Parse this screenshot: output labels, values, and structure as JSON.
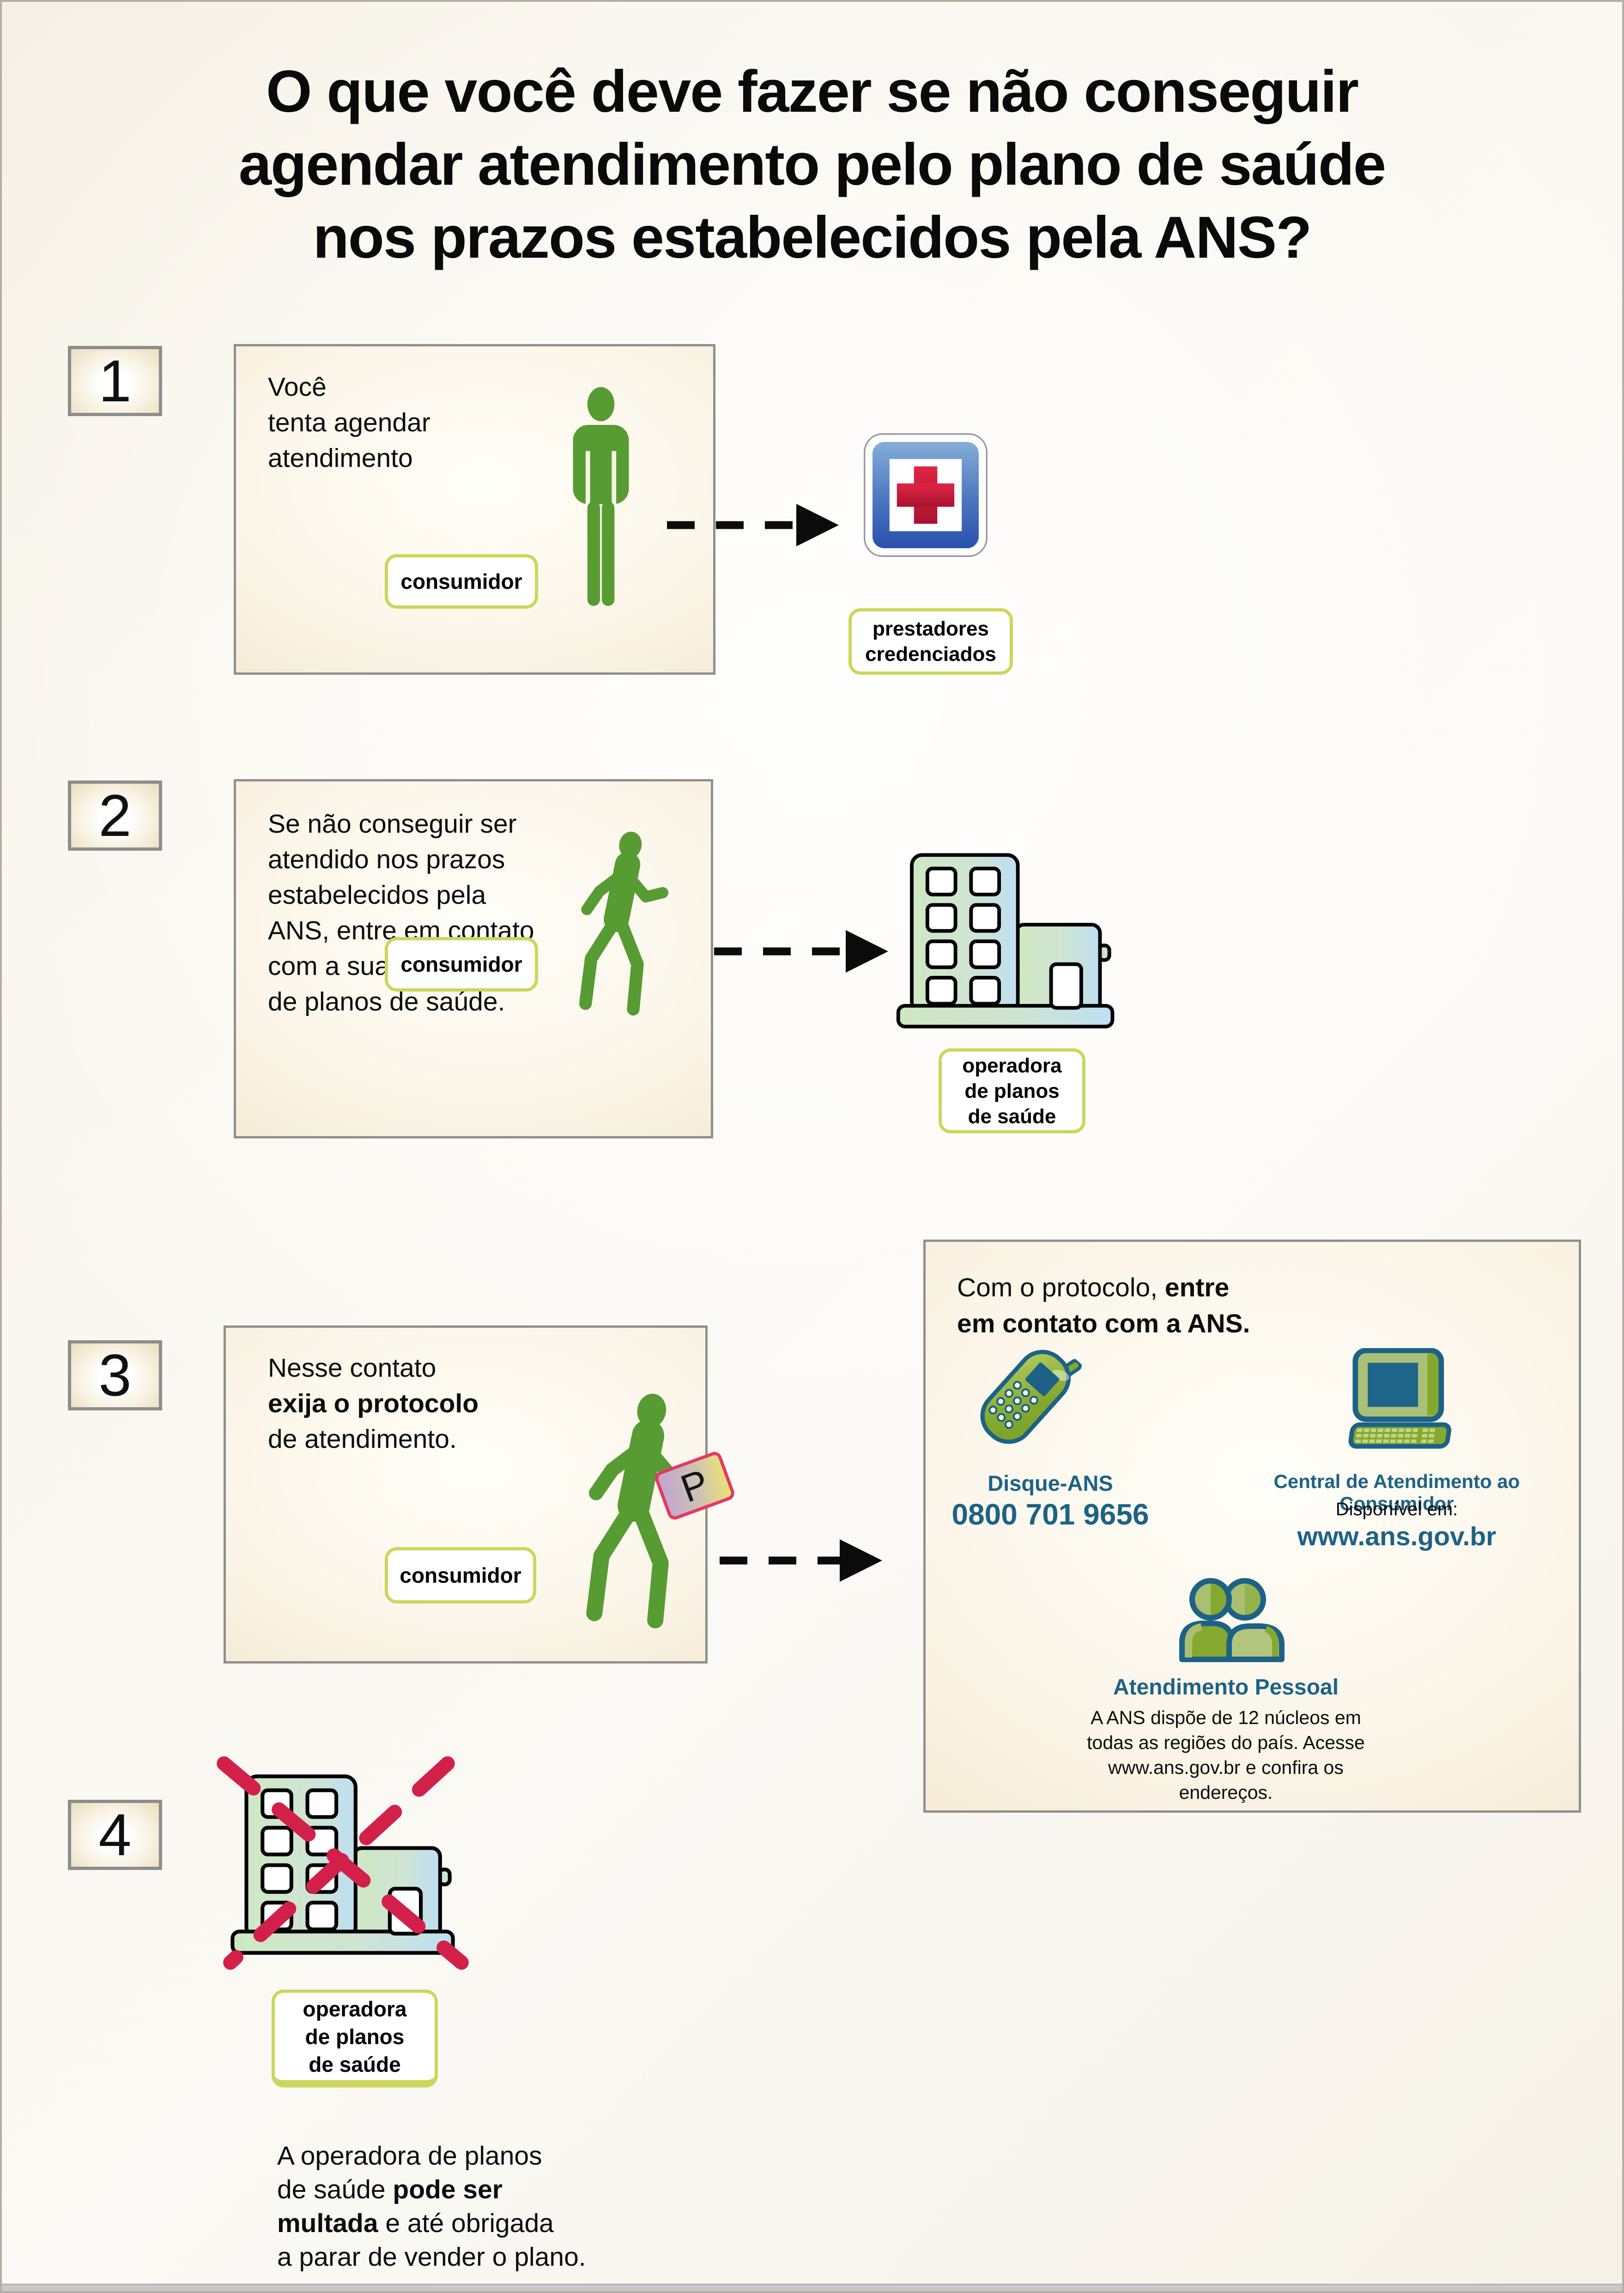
{
  "title": {
    "line1": "O que você deve fazer se não conseguir",
    "line2": "agendar atendimento pelo plano de saúde",
    "line3": "nos prazos estabelecidos pela ANS?"
  },
  "step1": {
    "number": "1",
    "lines": [
      "Você",
      "tenta agendar",
      "atendimento"
    ],
    "actor_label": "consumidor",
    "target_lines": [
      "prestadores",
      "credenciados"
    ]
  },
  "step2": {
    "number": "2",
    "lines": [
      "Se não conseguir ser",
      "atendido nos prazos",
      "estabelecidos pela",
      "ANS, entre em contato",
      "com a sua operadora",
      "de planos de saúde."
    ],
    "actor_label": "consumidor",
    "target_lines": [
      "operadora",
      "de planos",
      "de saúde"
    ]
  },
  "step3": {
    "number": "3",
    "line1": "Nesse contato",
    "line2_bold": "exija o protocolo",
    "line3": "de atendimento.",
    "actor_label": "consumidor",
    "card_letter": "P"
  },
  "step4": {
    "number": "4",
    "target_lines": [
      "operadora",
      "de planos",
      "de saúde"
    ],
    "l1": "A operadora de planos",
    "l2a": "de saúde ",
    "l2b": "pode ser",
    "l3a": "multada",
    "l3b": " e até obrigada",
    "l4": "a parar de vender o plano."
  },
  "ans_box": {
    "title_regular": "Com o protocolo, ",
    "title_bold": "entre",
    "title_line2_bold": "em contato com a ANS.",
    "phone_label": "Disque-ANS",
    "phone_number": "0800 701 9656",
    "web_label": "Central de Atendimento ao Consumidor",
    "web_available": "Disponível em:",
    "web_url": "www.ans.gov.br",
    "personal_label": "Atendimento Pessoal",
    "personal_lines": [
      "A ANS dispõe de 12 núcleos em",
      "todas as regiões do país. Acesse",
      "www.ans.gov.br e confira os",
      "endereços."
    ]
  },
  "colors": {
    "person_green": "#579b33",
    "olive": "#85a92f",
    "olive_light": "#a9bf71",
    "icon_blue": "#1d6286",
    "ans_text_blue": "#1d6286",
    "label_border": "#ccd65c",
    "cross_red": "#d41f3c",
    "banned_red": "#d2204a",
    "cross_frame_blue_top": "#85aed8",
    "cross_frame_blue_bottom": "#2a50ae",
    "building_green": "#cfe8c3",
    "building_blue": "#bedff2"
  }
}
